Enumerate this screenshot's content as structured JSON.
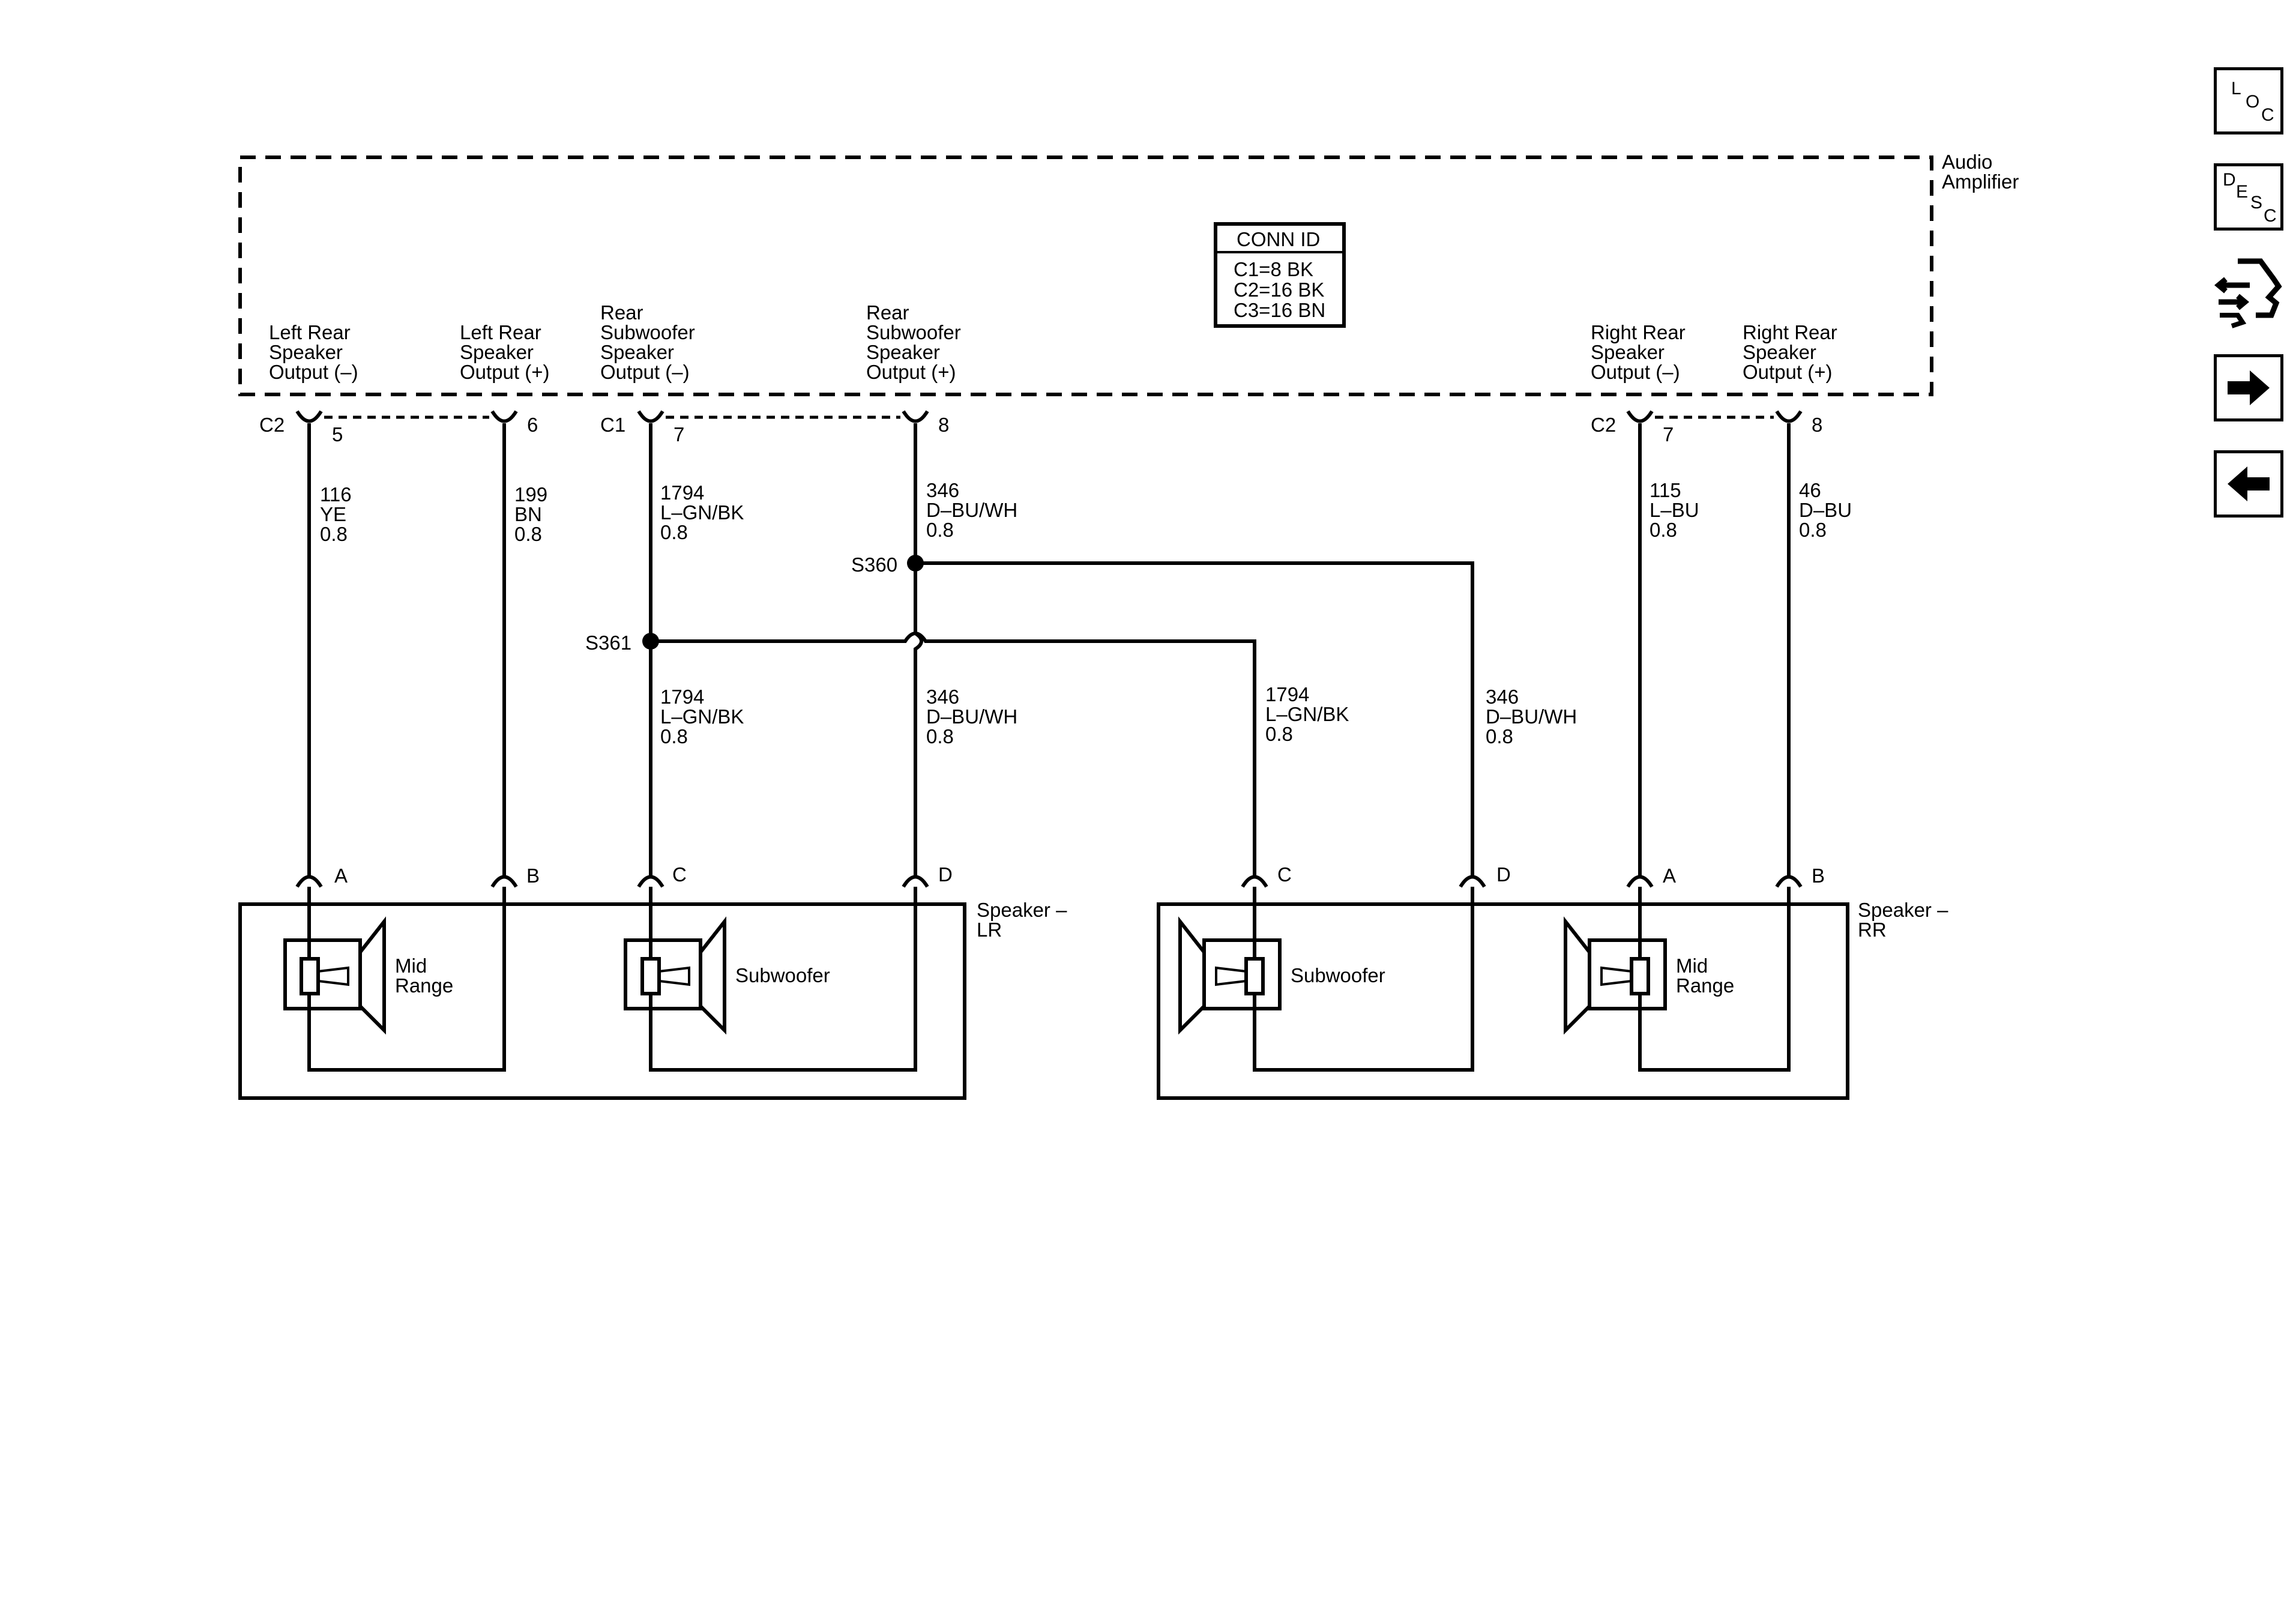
{
  "nav": {
    "loc": [
      "L",
      "O",
      "C"
    ],
    "desc": [
      "D",
      "E",
      "S",
      "C"
    ]
  },
  "amplifier": {
    "name_line1": "Audio",
    "name_line2": "Amplifier",
    "conn_id_title": "CONN ID",
    "conn_ids": [
      "C1=8 BK",
      "C2=16 BK",
      "C3=16 BN"
    ]
  },
  "pins": [
    {
      "label": [
        "Left Rear",
        "Speaker",
        "Output (–)"
      ],
      "connector": "C2",
      "pin": "5",
      "circuit": "116",
      "color": "YE",
      "size": "0.8",
      "speaker_pin": "A"
    },
    {
      "label": [
        "Left Rear",
        "Speaker",
        "Output (+)"
      ],
      "connector": "",
      "pin": "6",
      "circuit": "199",
      "color": "BN",
      "size": "0.8",
      "speaker_pin": "B"
    },
    {
      "label": [
        "Rear",
        "Subwoofer",
        "Speaker",
        "Output (–)"
      ],
      "connector": "C1",
      "pin": "7",
      "circuit": "1794",
      "color": "L–GN/BK",
      "size": "0.8",
      "speaker_pin": "C"
    },
    {
      "label": [
        "Rear",
        "Subwoofer",
        "Speaker",
        "Output (+)"
      ],
      "connector": "",
      "pin": "8",
      "circuit": "346",
      "color": "D–BU/WH",
      "size": "0.8",
      "speaker_pin": "D"
    },
    {
      "label": [
        "Right Rear",
        "Speaker",
        "Output (–)"
      ],
      "connector": "C2",
      "pin": "7",
      "circuit": "115",
      "color": "L–BU",
      "size": "0.8",
      "speaker_pin": "A"
    },
    {
      "label": [
        "Right Rear",
        "Speaker",
        "Output (+)"
      ],
      "connector": "",
      "pin": "8",
      "circuit": "46",
      "color": "D–BU",
      "size": "0.8",
      "speaker_pin": "B"
    }
  ],
  "splices": {
    "s360": "S360",
    "s361": "S361"
  },
  "branch_wires": {
    "left_sub_minus": {
      "circuit": "1794",
      "color": "L–GN/BK",
      "size": "0.8"
    },
    "left_sub_plus": {
      "circuit": "346",
      "color": "D–BU/WH",
      "size": "0.8"
    },
    "right_sub_minus": {
      "circuit": "1794",
      "color": "L–GN/BK",
      "size": "0.8"
    },
    "right_sub_plus": {
      "circuit": "346",
      "color": "D–BU/WH",
      "size": "0.8"
    }
  },
  "speakers": {
    "lr": {
      "name_line1": "Speaker –",
      "name_line2": "LR",
      "mid": [
        "Mid",
        "Range"
      ],
      "sub": "Subwoofer"
    },
    "rr": {
      "name_line1": "Speaker –",
      "name_line2": "RR",
      "mid": [
        "Mid",
        "Range"
      ],
      "sub": "Subwoofer"
    },
    "rr_pins": {
      "c": "C",
      "d": "D"
    }
  }
}
